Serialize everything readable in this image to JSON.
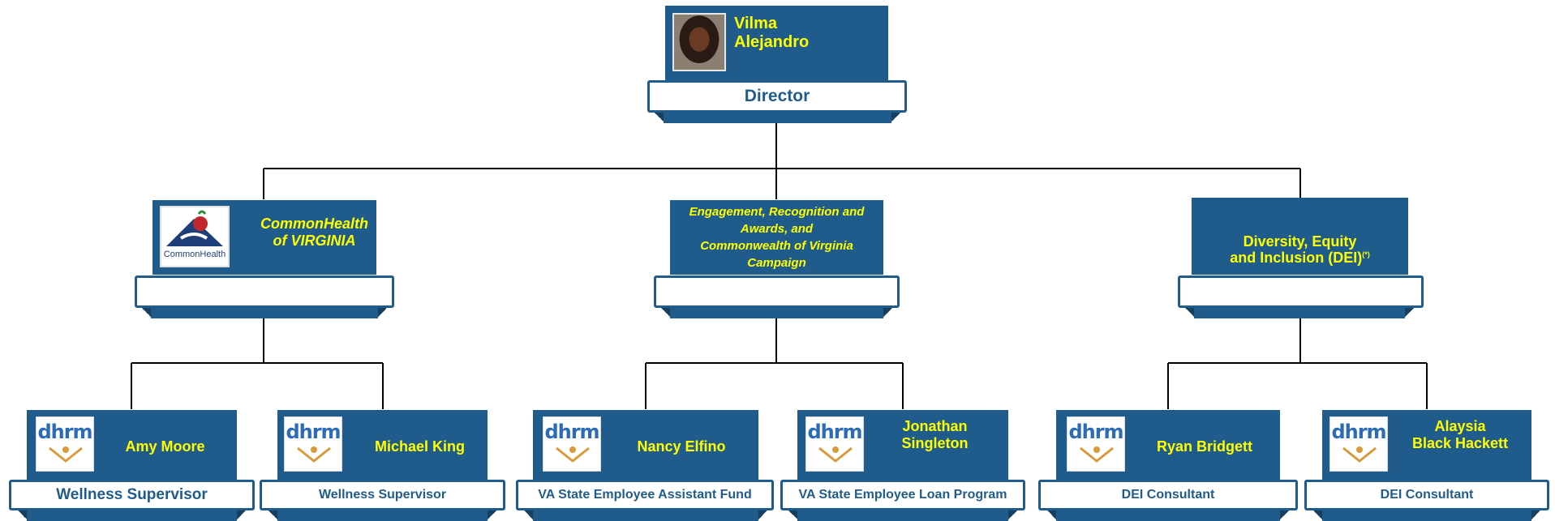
{
  "director": {
    "name": "Vilma\nAlejandro",
    "title": "Director",
    "photo_icon": "portrait-photo"
  },
  "units": [
    {
      "name": "CommonHealth\nof VIRGINIA",
      "logo_icon": "commonhealth-logo",
      "logo_text": "CommonHealth",
      "title": ""
    },
    {
      "name": "Engagement, Recognition and\nAwards, and\nCommonwealth of Virginia\nCampaign",
      "title": ""
    },
    {
      "name": "Diversity, Equity\nand Inclusion (DEI)",
      "superscript": "(*)",
      "title": ""
    }
  ],
  "staff": [
    {
      "name": "Amy Moore",
      "title": "Wellness Supervisor",
      "logo_icon": "dhrm-logo",
      "logo_text": "dhrm"
    },
    {
      "name": "Michael King",
      "title": "Wellness Supervisor",
      "logo_icon": "dhrm-logo",
      "logo_text": "dhrm"
    },
    {
      "name": "Nancy Elfino",
      "title": "VA State Employee Assistant Fund",
      "logo_icon": "dhrm-logo",
      "logo_text": "dhrm"
    },
    {
      "name": "Jonathan\nSingleton",
      "title": "VA State Employee Loan Program",
      "logo_icon": "dhrm-logo",
      "logo_text": "dhrm"
    },
    {
      "name": "Ryan Bridgett",
      "title": "DEI Consultant",
      "logo_icon": "dhrm-logo",
      "logo_text": "dhrm"
    },
    {
      "name": "Alaysia\nBlack Hackett",
      "title": "DEI Consultant",
      "logo_icon": "dhrm-logo",
      "logo_text": "dhrm"
    }
  ],
  "colors": {
    "box": "#1f5c8b",
    "name_text": "#ffff00",
    "title_text": "#1f5c8b",
    "connector": "#000000"
  }
}
